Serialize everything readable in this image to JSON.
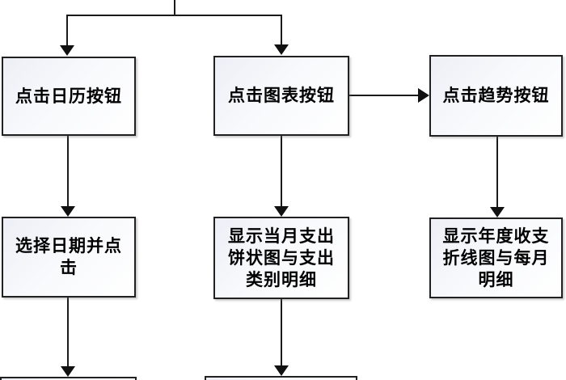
{
  "diagram": {
    "type": "flowchart",
    "language": "zh",
    "colors": {
      "background": "#ffffff",
      "node_border": "#212121",
      "node_fill_top": "#edeff6",
      "node_fill_bottom": "#ffffff",
      "connector": "#1a1a1a",
      "text": "#000000"
    },
    "nodes": [
      {
        "id": "click-calendar-button",
        "label": "点击日历按钮",
        "partial": false
      },
      {
        "id": "click-chart-button",
        "label": "点击图表按钮",
        "partial": false
      },
      {
        "id": "click-trend-button",
        "label": "点击趋势按钮",
        "partial": false
      },
      {
        "id": "select-date-and-click",
        "label": "选择日期并点击",
        "partial": false
      },
      {
        "id": "show-monthly-expense-pie-and-category-detail",
        "label": "显示当月支出饼状图与支出类别明细",
        "partial": false
      },
      {
        "id": "show-annual-balance-line-and-monthly-detail",
        "label": "显示年度收支折线图与每月明细",
        "partial": false
      },
      {
        "id": "bottom-left-partial-box",
        "label": "",
        "partial": true
      },
      {
        "id": "bottom-middle-partial-box",
        "label": "",
        "partial": true
      }
    ],
    "edges": [
      {
        "from": "top-offscreen-parent",
        "to": "click-calendar-button",
        "direction": "down"
      },
      {
        "from": "top-offscreen-parent",
        "to": "click-chart-button",
        "direction": "down"
      },
      {
        "from": "click-chart-button",
        "to": "click-trend-button",
        "direction": "right"
      },
      {
        "from": "click-calendar-button",
        "to": "select-date-and-click",
        "direction": "down"
      },
      {
        "from": "click-chart-button",
        "to": "show-monthly-expense-pie-and-category-detail",
        "direction": "down"
      },
      {
        "from": "click-trend-button",
        "to": "show-annual-balance-line-and-monthly-detail",
        "direction": "down"
      },
      {
        "from": "select-date-and-click",
        "to": "bottom-left-partial-box",
        "direction": "down"
      },
      {
        "from": "show-monthly-expense-pie-and-category-detail",
        "to": "bottom-middle-partial-box",
        "direction": "down"
      }
    ]
  }
}
